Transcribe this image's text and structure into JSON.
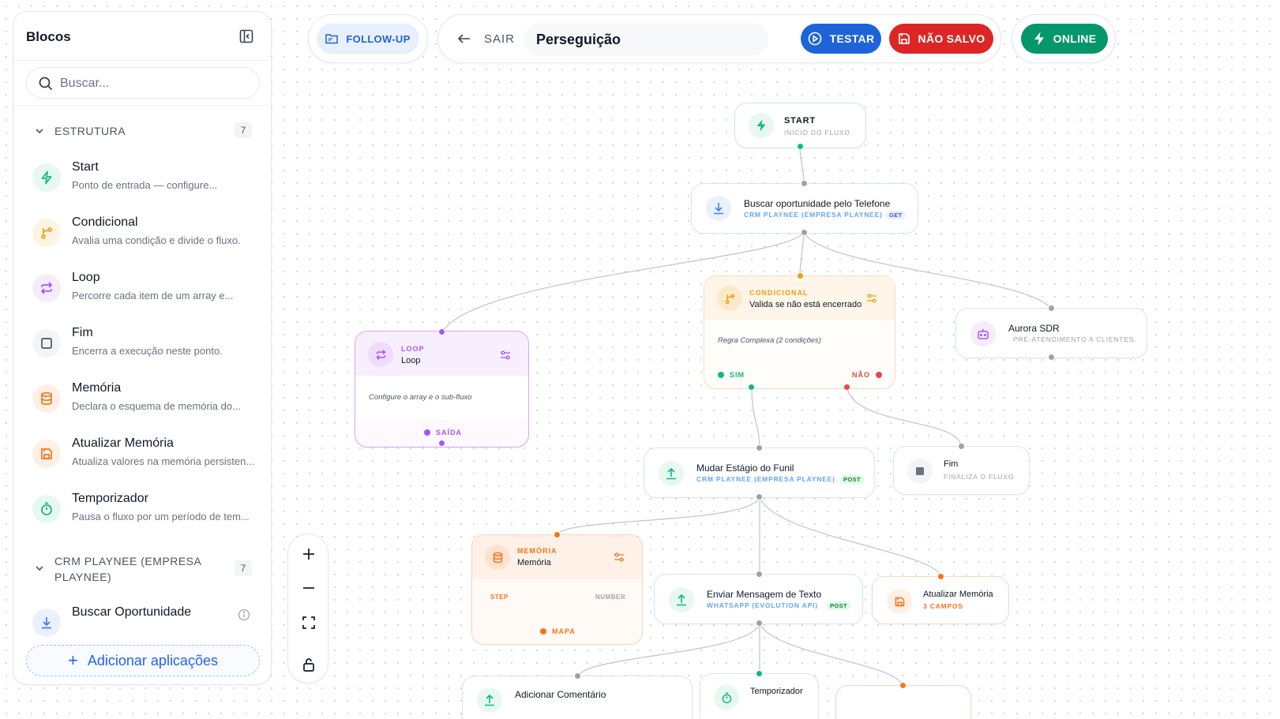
{
  "sidebar": {
    "title": "Blocos",
    "search_placeholder": "Buscar...",
    "sections": [
      {
        "label": "ESTRUTURA",
        "count": "7",
        "items": [
          {
            "name": "Start",
            "desc": "Ponto de entrada — configure...",
            "icon": "bolt-icon",
            "color": "#10b981"
          },
          {
            "name": "Condicional",
            "desc": "Avalia uma condição e divide o fluxo.",
            "icon": "branch-icon",
            "color": "#f59e0b"
          },
          {
            "name": "Loop",
            "desc": "Percorre cada item de um array e...",
            "icon": "repeat-icon",
            "color": "#a855f7"
          },
          {
            "name": "Fim",
            "desc": "Encerra a execução neste ponto.",
            "icon": "square-icon",
            "color": "#6b7280"
          },
          {
            "name": "Memória",
            "desc": "Declara o esquema de memória do...",
            "icon": "database-icon",
            "color": "#f97316"
          },
          {
            "name": "Atualizar Memória",
            "desc": "Atualiza valores na memória persisten...",
            "icon": "save-icon",
            "color": "#f97316"
          },
          {
            "name": "Temporizador",
            "desc": "Pausa o fluxo por um período de tem...",
            "icon": "timer-icon",
            "color": "#10b981"
          }
        ]
      },
      {
        "label_line1": "CRM PLAYNEE (EMPRESA",
        "label_line2": "PLAYNEE)",
        "count": "7",
        "items": [
          {
            "name": "Buscar Oportunidade",
            "icon": "download-icon",
            "color": "#3b82f6"
          }
        ]
      }
    ],
    "add_apps_label": "Adicionar aplicações"
  },
  "topbar": {
    "follow_up_label": "FOLLOW-UP",
    "exit_label": "SAIR",
    "flow_title": "Perseguição",
    "test_label": "TESTAR",
    "unsaved_label": "NÃO SALVO",
    "online_label": "ONLINE"
  },
  "nodes": {
    "start": {
      "title": "START",
      "sub": "INÍCIO DO FLUXO"
    },
    "buscar": {
      "title": "Buscar oportunidade pelo Telefone",
      "sub": "CRM PLAYNEE (EMPRESA PLAYNEE)",
      "method": "GET"
    },
    "condicional": {
      "tag": "CONDICIONAL",
      "title": "Valida se não está encerrado",
      "note": "Regra Complexa (2 condições)",
      "yes": "SIM",
      "no": "NÃO"
    },
    "aurora": {
      "title": "Aurora SDR",
      "sub": "PRÉ-ATENDIMENTO A CLIENTES."
    },
    "loop": {
      "tag": "LOOP",
      "title": "Loop",
      "note": "Configure o array e o sub-fluxo",
      "out": "SAÍDA"
    },
    "mudar": {
      "title": "Mudar Estágio do Funil",
      "sub": "CRM PLAYNEE (EMPRESA PLAYNEE)",
      "method": "POST"
    },
    "fim": {
      "title": "Fim",
      "sub": "FINALIZA O FLUXO"
    },
    "memoria": {
      "tag": "MEMÓRIA",
      "title": "Memória",
      "field_key": "STEP",
      "field_type": "NUMBER",
      "out": "MAPA"
    },
    "enviar": {
      "title": "Enviar Mensagem de Texto",
      "sub": "WHATSAPP (EVOLUTION API)",
      "method": "POST"
    },
    "atualizar": {
      "title": "Atualizar Memória",
      "sub": "3 CAMPOS"
    },
    "comentario": {
      "title": "Adicionar Comentário"
    },
    "temporizador": {
      "title": "Temporizador"
    }
  },
  "colors": {
    "test_button": "#1d64d8",
    "unsaved_button": "#dc2626",
    "online_button": "#059669",
    "follow_up_bg": "#e8f0fd",
    "edge": "#c4c8ce"
  }
}
